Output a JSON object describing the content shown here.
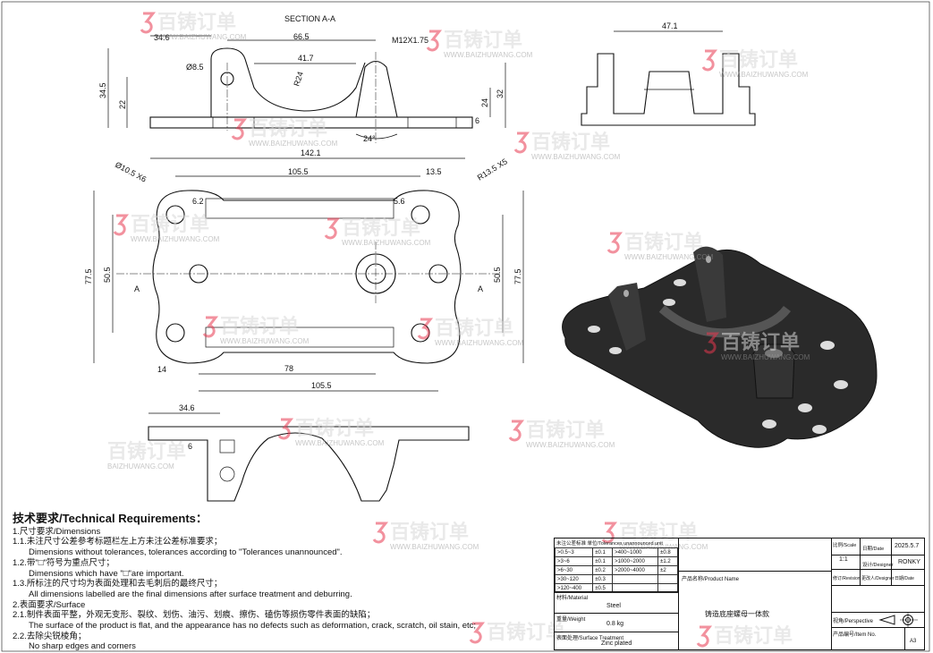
{
  "section_title": "SECTION A-A",
  "section_view": {
    "dims": [
      "34.6",
      "66.5",
      "41.7",
      "M12X1.75",
      "Ø8.5",
      "R24",
      "34.5",
      "22",
      "24",
      "32",
      "6",
      "24°"
    ]
  },
  "plan_view": {
    "dims": [
      "142.1",
      "105.5",
      "13.5",
      "Ø10.5 X6",
      "R13.5 X5",
      "6.2",
      "5.6",
      "77.5",
      "50.5",
      "50.5",
      "77.5",
      "14",
      "78",
      "105.5",
      "A",
      "A"
    ]
  },
  "side_view_top": {
    "dims": [
      "47.1"
    ]
  },
  "side_view_bottom": {
    "dims": [
      "34.6",
      "6"
    ]
  },
  "watermark": {
    "brand": "百铸订单",
    "url": "WWW.BAIZHUWANG.COM",
    "url_short": "BAIZHUWANG.COM"
  },
  "requirements": {
    "title": "技术要求/Technical Requirements：",
    "lines": [
      {
        "indent": false,
        "text": "1.尺寸要求/Dimensions"
      },
      {
        "indent": false,
        "text": "1.1.未注尺寸公差参考标题栏左上方未注公差标准要求；"
      },
      {
        "indent": true,
        "text": "Dimensions without tolerances, tolerances according to \"Tolerances unannounced\"."
      },
      {
        "indent": false,
        "text": "1.2.带\"□\"符号为重点尺寸；"
      },
      {
        "indent": true,
        "text": "Dimensions which have \"□\"are important."
      },
      {
        "indent": false,
        "text": "1.3.所标注的尺寸均为表面处理和去毛刺后的最终尺寸；"
      },
      {
        "indent": true,
        "text": "All dimensions labelled are the final dimensions after surface treatment and deburring."
      },
      {
        "indent": false,
        "text": "2.表面要求/Surface"
      },
      {
        "indent": false,
        "text": "2.1.制件表面平整，外观无变形、裂纹、划伤、油污、划痕、擦伤、磕伤等损伤零件表面的缺陷；"
      },
      {
        "indent": true,
        "text": "The surface of the product is flat, and the appearance has no defects such as deformation, crack, scratch, oil stain, etc;"
      },
      {
        "indent": false,
        "text": "2.2.去除尖锐棱角；"
      },
      {
        "indent": true,
        "text": "No sharp edges and corners"
      }
    ]
  },
  "title_block": {
    "tolerance_header": "未注公差标准 单位/Tolerances unannounced unit",
    "tolerance_rows": [
      [
        ">0.5~3",
        "±0.1",
        ">400~1000",
        "±0.8"
      ],
      [
        ">3~6",
        "±0.1",
        ">1000~2000",
        "±1.2"
      ],
      [
        ">6~30",
        "±0.2",
        ">2000~4000",
        "±2"
      ],
      [
        ">30~120",
        "±0.3",
        "",
        ""
      ],
      [
        ">120~400",
        "±0.5",
        "",
        ""
      ]
    ],
    "material_label": "材料/Material",
    "material": "Steel",
    "weight_label": "重量/Weight",
    "weight": "0.8 kg",
    "surface_label": "表面处理/Surface Treatment",
    "surface": "Zinc plated",
    "product_name_label": "产品名称/Product Name",
    "product_name": "铸造底座螺母一体款",
    "scale_label": "比例/Scale",
    "scale": "1:1",
    "date_label": "日期/Date",
    "date": "2025.5.7",
    "designer_label": "设计/Designer",
    "designer": "RONKY",
    "revision_label": "修订/Revision",
    "reviser_label": "更改人/Designer",
    "rev_date_label": "日期/Date",
    "perspective_label": "视角/Perspective",
    "item_no_label": "产品编号/Item No.",
    "sheet_size": "A3"
  }
}
